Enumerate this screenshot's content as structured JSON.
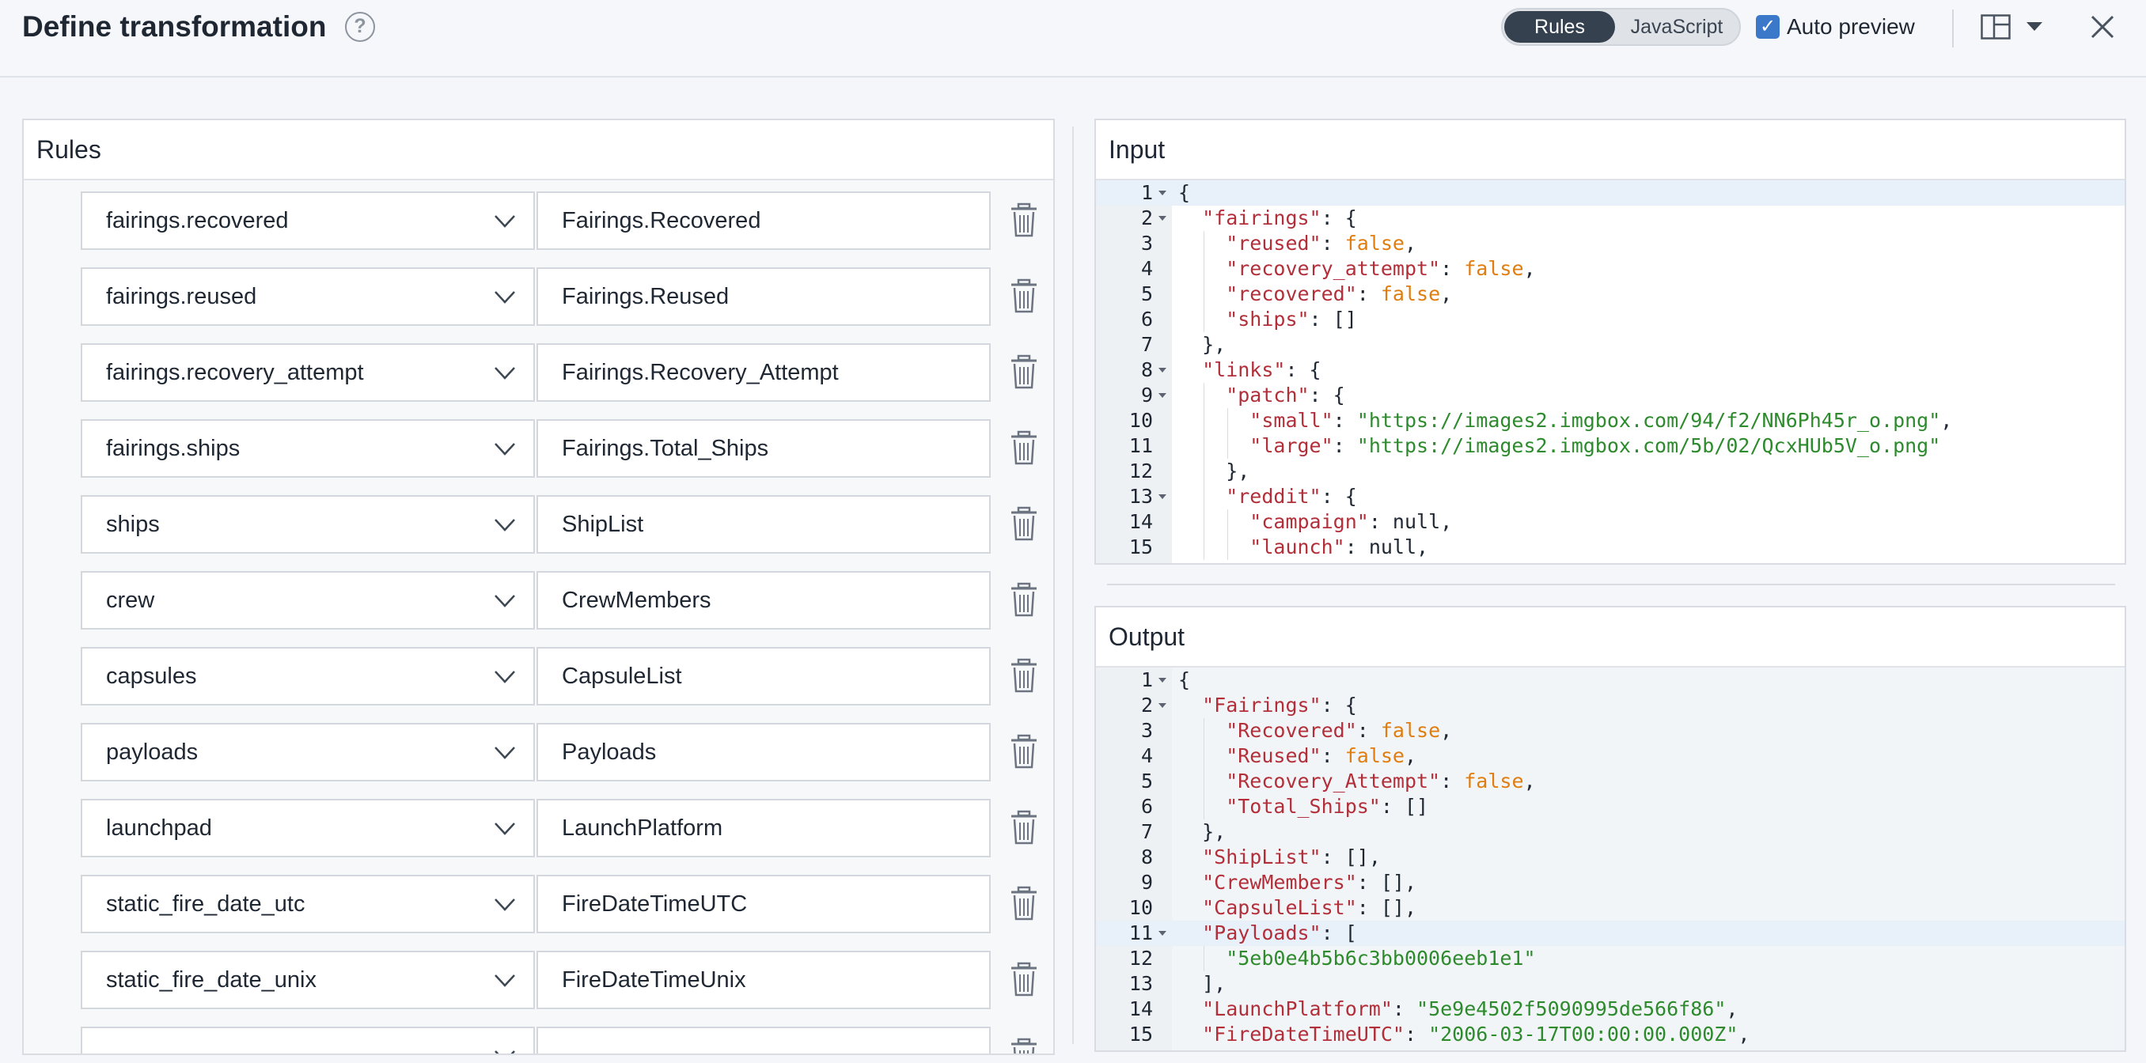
{
  "header": {
    "title": "Define transformation",
    "help_glyph": "?",
    "mode_rules": "Rules",
    "mode_js": "JavaScript",
    "checkbox_mark": "✓",
    "auto_preview_label": "Auto preview"
  },
  "rules_panel": {
    "title": "Rules",
    "rows": [
      {
        "source": "fairings.recovered",
        "target": "Fairings.Recovered"
      },
      {
        "source": "fairings.reused",
        "target": "Fairings.Reused"
      },
      {
        "source": "fairings.recovery_attempt",
        "target": "Fairings.Recovery_Attempt"
      },
      {
        "source": "fairings.ships",
        "target": "Fairings.Total_Ships"
      },
      {
        "source": "ships",
        "target": "ShipList"
      },
      {
        "source": "crew",
        "target": "CrewMembers"
      },
      {
        "source": "capsules",
        "target": "CapsuleList"
      },
      {
        "source": "payloads",
        "target": "Payloads"
      },
      {
        "source": "launchpad",
        "target": "LaunchPlatform"
      },
      {
        "source": "static_fire_date_utc",
        "target": "FireDateTimeUTC"
      },
      {
        "source": "static_fire_date_unix",
        "target": "FireDateTimeUnix"
      },
      {
        "source": "",
        "target": ""
      }
    ]
  },
  "input_panel": {
    "title": "Input",
    "lines": [
      {
        "n": "1",
        "fold": true,
        "indent": 0,
        "active": true,
        "parts": [
          [
            "p",
            "{"
          ]
        ]
      },
      {
        "n": "2",
        "fold": true,
        "indent": 1,
        "parts": [
          [
            "k",
            "\"fairings\""
          ],
          [
            "p",
            ": {"
          ]
        ]
      },
      {
        "n": "3",
        "indent": 2,
        "parts": [
          [
            "k",
            "\"reused\""
          ],
          [
            "p",
            ": "
          ],
          [
            "b",
            "false"
          ],
          [
            "p",
            ","
          ]
        ]
      },
      {
        "n": "4",
        "indent": 2,
        "parts": [
          [
            "k",
            "\"recovery_attempt\""
          ],
          [
            "p",
            ": "
          ],
          [
            "b",
            "false"
          ],
          [
            "p",
            ","
          ]
        ]
      },
      {
        "n": "5",
        "indent": 2,
        "parts": [
          [
            "k",
            "\"recovered\""
          ],
          [
            "p",
            ": "
          ],
          [
            "b",
            "false"
          ],
          [
            "p",
            ","
          ]
        ]
      },
      {
        "n": "6",
        "indent": 2,
        "parts": [
          [
            "k",
            "\"ships\""
          ],
          [
            "p",
            ": []"
          ]
        ]
      },
      {
        "n": "7",
        "indent": 1,
        "parts": [
          [
            "p",
            "},"
          ]
        ]
      },
      {
        "n": "8",
        "fold": true,
        "indent": 1,
        "parts": [
          [
            "k",
            "\"links\""
          ],
          [
            "p",
            ": {"
          ]
        ]
      },
      {
        "n": "9",
        "fold": true,
        "indent": 2,
        "parts": [
          [
            "k",
            "\"patch\""
          ],
          [
            "p",
            ": {"
          ]
        ]
      },
      {
        "n": "10",
        "indent": 3,
        "parts": [
          [
            "k",
            "\"small\""
          ],
          [
            "p",
            ": "
          ],
          [
            "s",
            "\"https://images2.imgbox.com/94/f2/NN6Ph45r_o.png\""
          ],
          [
            "p",
            ","
          ]
        ]
      },
      {
        "n": "11",
        "indent": 3,
        "parts": [
          [
            "k",
            "\"large\""
          ],
          [
            "p",
            ": "
          ],
          [
            "s",
            "\"https://images2.imgbox.com/5b/02/QcxHUb5V_o.png\""
          ]
        ]
      },
      {
        "n": "12",
        "indent": 2,
        "parts": [
          [
            "p",
            "},"
          ]
        ]
      },
      {
        "n": "13",
        "fold": true,
        "indent": 2,
        "parts": [
          [
            "k",
            "\"reddit\""
          ],
          [
            "p",
            ": {"
          ]
        ]
      },
      {
        "n": "14",
        "indent": 3,
        "parts": [
          [
            "k",
            "\"campaign\""
          ],
          [
            "p",
            ": "
          ],
          [
            "n",
            "null"
          ],
          [
            "p",
            ","
          ]
        ]
      },
      {
        "n": "15",
        "indent": 3,
        "parts": [
          [
            "k",
            "\"launch\""
          ],
          [
            "p",
            ": "
          ],
          [
            "n",
            "null"
          ],
          [
            "p",
            ","
          ]
        ]
      }
    ]
  },
  "output_panel": {
    "title": "Output",
    "lines": [
      {
        "n": "1",
        "fold": true,
        "indent": 0,
        "parts": [
          [
            "p",
            "{"
          ]
        ]
      },
      {
        "n": "2",
        "fold": true,
        "indent": 1,
        "parts": [
          [
            "k",
            "\"Fairings\""
          ],
          [
            "p",
            ": {"
          ]
        ]
      },
      {
        "n": "3",
        "indent": 2,
        "parts": [
          [
            "k",
            "\"Recovered\""
          ],
          [
            "p",
            ": "
          ],
          [
            "b",
            "false"
          ],
          [
            "p",
            ","
          ]
        ]
      },
      {
        "n": "4",
        "indent": 2,
        "parts": [
          [
            "k",
            "\"Reused\""
          ],
          [
            "p",
            ": "
          ],
          [
            "b",
            "false"
          ],
          [
            "p",
            ","
          ]
        ]
      },
      {
        "n": "5",
        "indent": 2,
        "parts": [
          [
            "k",
            "\"Recovery_Attempt\""
          ],
          [
            "p",
            ": "
          ],
          [
            "b",
            "false"
          ],
          [
            "p",
            ","
          ]
        ]
      },
      {
        "n": "6",
        "indent": 2,
        "parts": [
          [
            "k",
            "\"Total_Ships\""
          ],
          [
            "p",
            ": []"
          ]
        ]
      },
      {
        "n": "7",
        "indent": 1,
        "parts": [
          [
            "p",
            "},"
          ]
        ]
      },
      {
        "n": "8",
        "indent": 1,
        "parts": [
          [
            "k",
            "\"ShipList\""
          ],
          [
            "p",
            ": [],"
          ]
        ]
      },
      {
        "n": "9",
        "indent": 1,
        "parts": [
          [
            "k",
            "\"CrewMembers\""
          ],
          [
            "p",
            ": [],"
          ]
        ]
      },
      {
        "n": "10",
        "indent": 1,
        "parts": [
          [
            "k",
            "\"CapsuleList\""
          ],
          [
            "p",
            ": [],"
          ]
        ]
      },
      {
        "n": "11",
        "fold": true,
        "indent": 1,
        "active": true,
        "parts": [
          [
            "k",
            "\"Payloads\""
          ],
          [
            "p",
            ": ["
          ]
        ]
      },
      {
        "n": "12",
        "indent": 2,
        "parts": [
          [
            "s",
            "\"5eb0e4b5b6c3bb0006eeb1e1\""
          ]
        ]
      },
      {
        "n": "13",
        "indent": 1,
        "parts": [
          [
            "p",
            "],"
          ]
        ]
      },
      {
        "n": "14",
        "indent": 1,
        "parts": [
          [
            "k",
            "\"LaunchPlatform\""
          ],
          [
            "p",
            ": "
          ],
          [
            "s",
            "\"5e9e4502f5090995de566f86\""
          ],
          [
            "p",
            ","
          ]
        ]
      },
      {
        "n": "15",
        "indent": 1,
        "parts": [
          [
            "k",
            "\"FireDateTimeUTC\""
          ],
          [
            "p",
            ": "
          ],
          [
            "s",
            "\"2006-03-17T00:00:00.000Z\""
          ],
          [
            "p",
            ","
          ]
        ]
      }
    ]
  }
}
